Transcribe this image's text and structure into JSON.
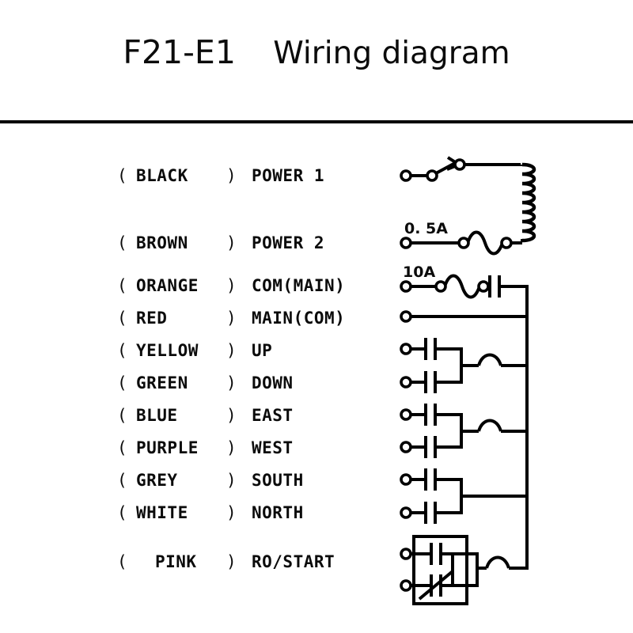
{
  "header": {
    "model": "F21-E1",
    "title": "Wiring diagram"
  },
  "legend": {
    "paren_open": "(",
    "paren_close": ")",
    "rows": [
      {
        "color": "BLACK",
        "function": "POWER 1"
      },
      {
        "color": "BROWN",
        "function": "POWER 2"
      },
      {
        "color": "ORANGE",
        "function": "COM(MAIN)"
      },
      {
        "color": "RED",
        "function": "MAIN(COM)"
      },
      {
        "color": "YELLOW",
        "function": "UP"
      },
      {
        "color": "GREEN",
        "function": "DOWN"
      },
      {
        "color": "BLUE",
        "function": "EAST"
      },
      {
        "color": "PURPLE",
        "function": "WEST"
      },
      {
        "color": "GREY",
        "function": "SOUTH"
      },
      {
        "color": "WHITE",
        "function": "NORTH"
      },
      {
        "color": "PINK",
        "function": "RO/START"
      }
    ]
  },
  "circuit": {
    "ratings": {
      "fuse_power2": "0. 5A",
      "fuse_main": "10A"
    },
    "line_color": "#000000",
    "background": "#ffffff",
    "components": {
      "coil": "transformer-coil",
      "switch": "knife-switch",
      "fuse": "fuse-element",
      "contact": "relay-contact",
      "selector": "selector-contact"
    }
  }
}
